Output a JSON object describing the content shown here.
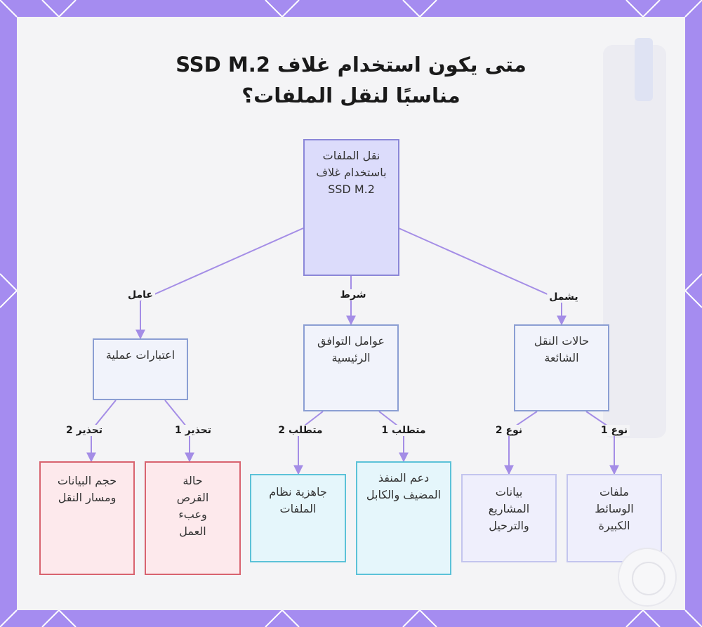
{
  "title": {
    "line1": "متى يكون استخدام غلاف SSD M.2",
    "line2": "مناسبًا لنقل الملفات؟"
  },
  "root": {
    "label": "نقل الملفات باستخدام غلاف SSD M.2"
  },
  "branches": [
    {
      "edge_label": "يشمل",
      "label": "حالات النقل الشائعة",
      "children": [
        {
          "edge_label": "نوع 1",
          "label": "ملفات الوسائط الكبيرة"
        },
        {
          "edge_label": "نوع 2",
          "label": "بيانات المشاريع والترحيل"
        }
      ]
    },
    {
      "edge_label": "شرط",
      "label": "عوامل التوافق الرئيسية",
      "children": [
        {
          "edge_label": "متطلب 1",
          "label": "دعم المنفذ المضيف والكابل"
        },
        {
          "edge_label": "متطلب 2",
          "label": "جاهزية نظام الملفات"
        }
      ]
    },
    {
      "edge_label": "عامل",
      "label": "اعتبارات عملية",
      "children": [
        {
          "edge_label": "تحذير 1",
          "label": "حالة القرص وعبء العمل"
        },
        {
          "edge_label": "تحذير 2",
          "label": "حجم البيانات ومسار النقل"
        }
      ]
    }
  ],
  "colors": {
    "frame": "#a58cf0",
    "edge": "#a48de6",
    "root_fill": "#dcdcfb",
    "red_border": "#d8636f",
    "cyan_border": "#5cc2d8",
    "lavender_border": "#c3c5ee"
  }
}
